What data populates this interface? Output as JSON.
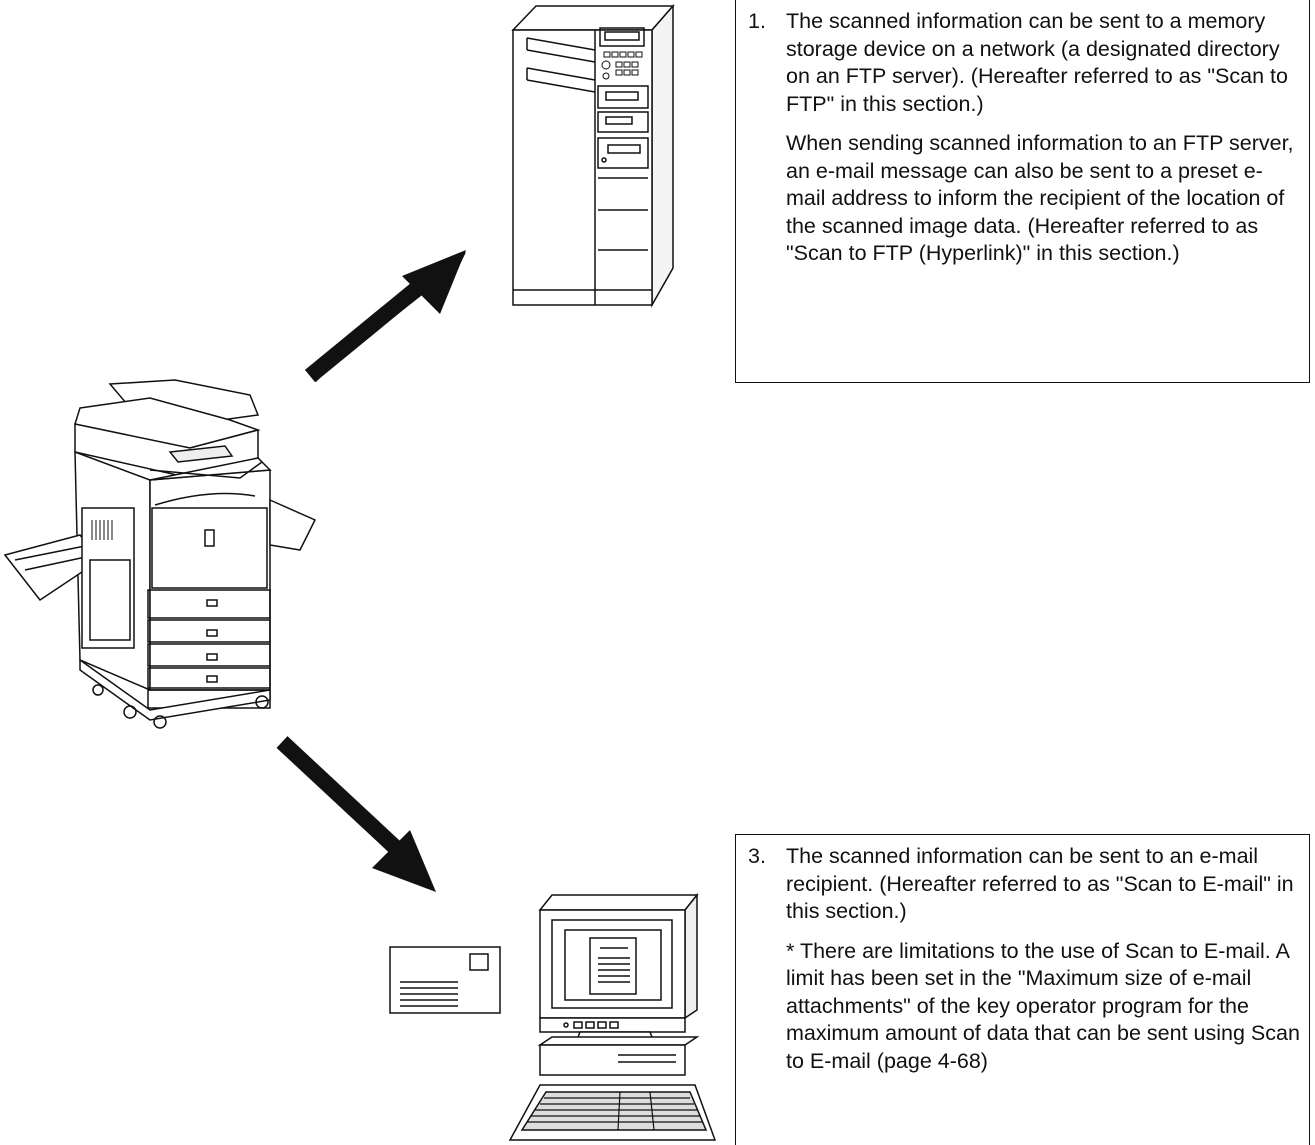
{
  "illustrations": {
    "server": {
      "icon": "ftp-server-tower-icon"
    },
    "copier": {
      "icon": "multifunction-copier-icon"
    },
    "computer": {
      "icon": "desktop-computer-icon"
    },
    "envelope": {
      "icon": "email-envelope-icon"
    },
    "arrow_up": {
      "icon": "arrow-up-right-icon"
    },
    "arrow_down": {
      "icon": "arrow-down-right-icon"
    }
  },
  "item1": {
    "number": "1.",
    "paragraph1": "The scanned information can be sent to a memory storage device on a network (a designated directory on an FTP server). (Hereafter referred to as \"Scan to FTP\" in this section.)",
    "paragraph2": "When sending scanned information to an FTP server, an e-mail message can also be sent to a preset e-mail address to inform the recipient of the location of the scanned image data. (Hereafter referred to as \"Scan to FTP (Hyperlink)\" in this section.)"
  },
  "item3": {
    "number": "3.",
    "paragraph1": "The scanned information can be sent to an e-mail recipient. (Hereafter referred to as \"Scan to E-mail\" in this section.)",
    "paragraph2": "* There are limitations to the use of Scan to E-mail. A limit has been set in the \"Maximum size of e-mail attachments\" of the key operator program for the maximum amount of data that can be sent using Scan to E-mail  (page 4-68)"
  },
  "colors": {
    "line": "#111111",
    "background": "#ffffff"
  }
}
